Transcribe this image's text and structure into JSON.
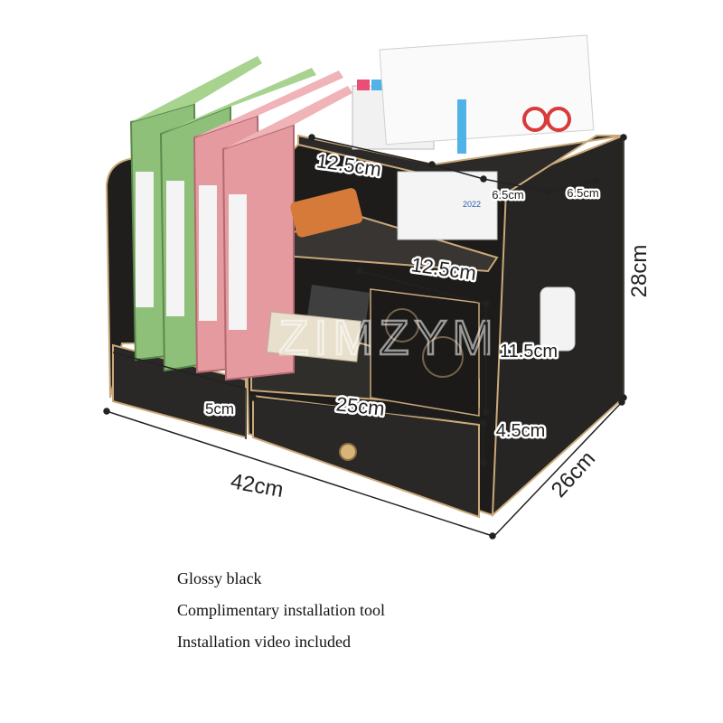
{
  "dimensions": {
    "width": "42cm",
    "height": "28cm",
    "depth": "26cm",
    "file_compartment_depth": "5cm",
    "top_pen_slot": "12.5cm",
    "small_slot_1": "6.5cm",
    "small_slot_2": "6.5cm",
    "shelf_width": "12.5cm",
    "shelf_height": "11.5cm",
    "drawer_width": "25cm",
    "drawer_height": "4.5cm"
  },
  "watermark": "ZIMZYM",
  "calendar_year": "2022",
  "features": [
    "Glossy black",
    "Complimentary installation tool",
    "Installation video included"
  ],
  "colors": {
    "body": "#232220",
    "edge": "#c9a97a",
    "green_binder": "#8fc07a",
    "pink_binder": "#e59aa0"
  }
}
